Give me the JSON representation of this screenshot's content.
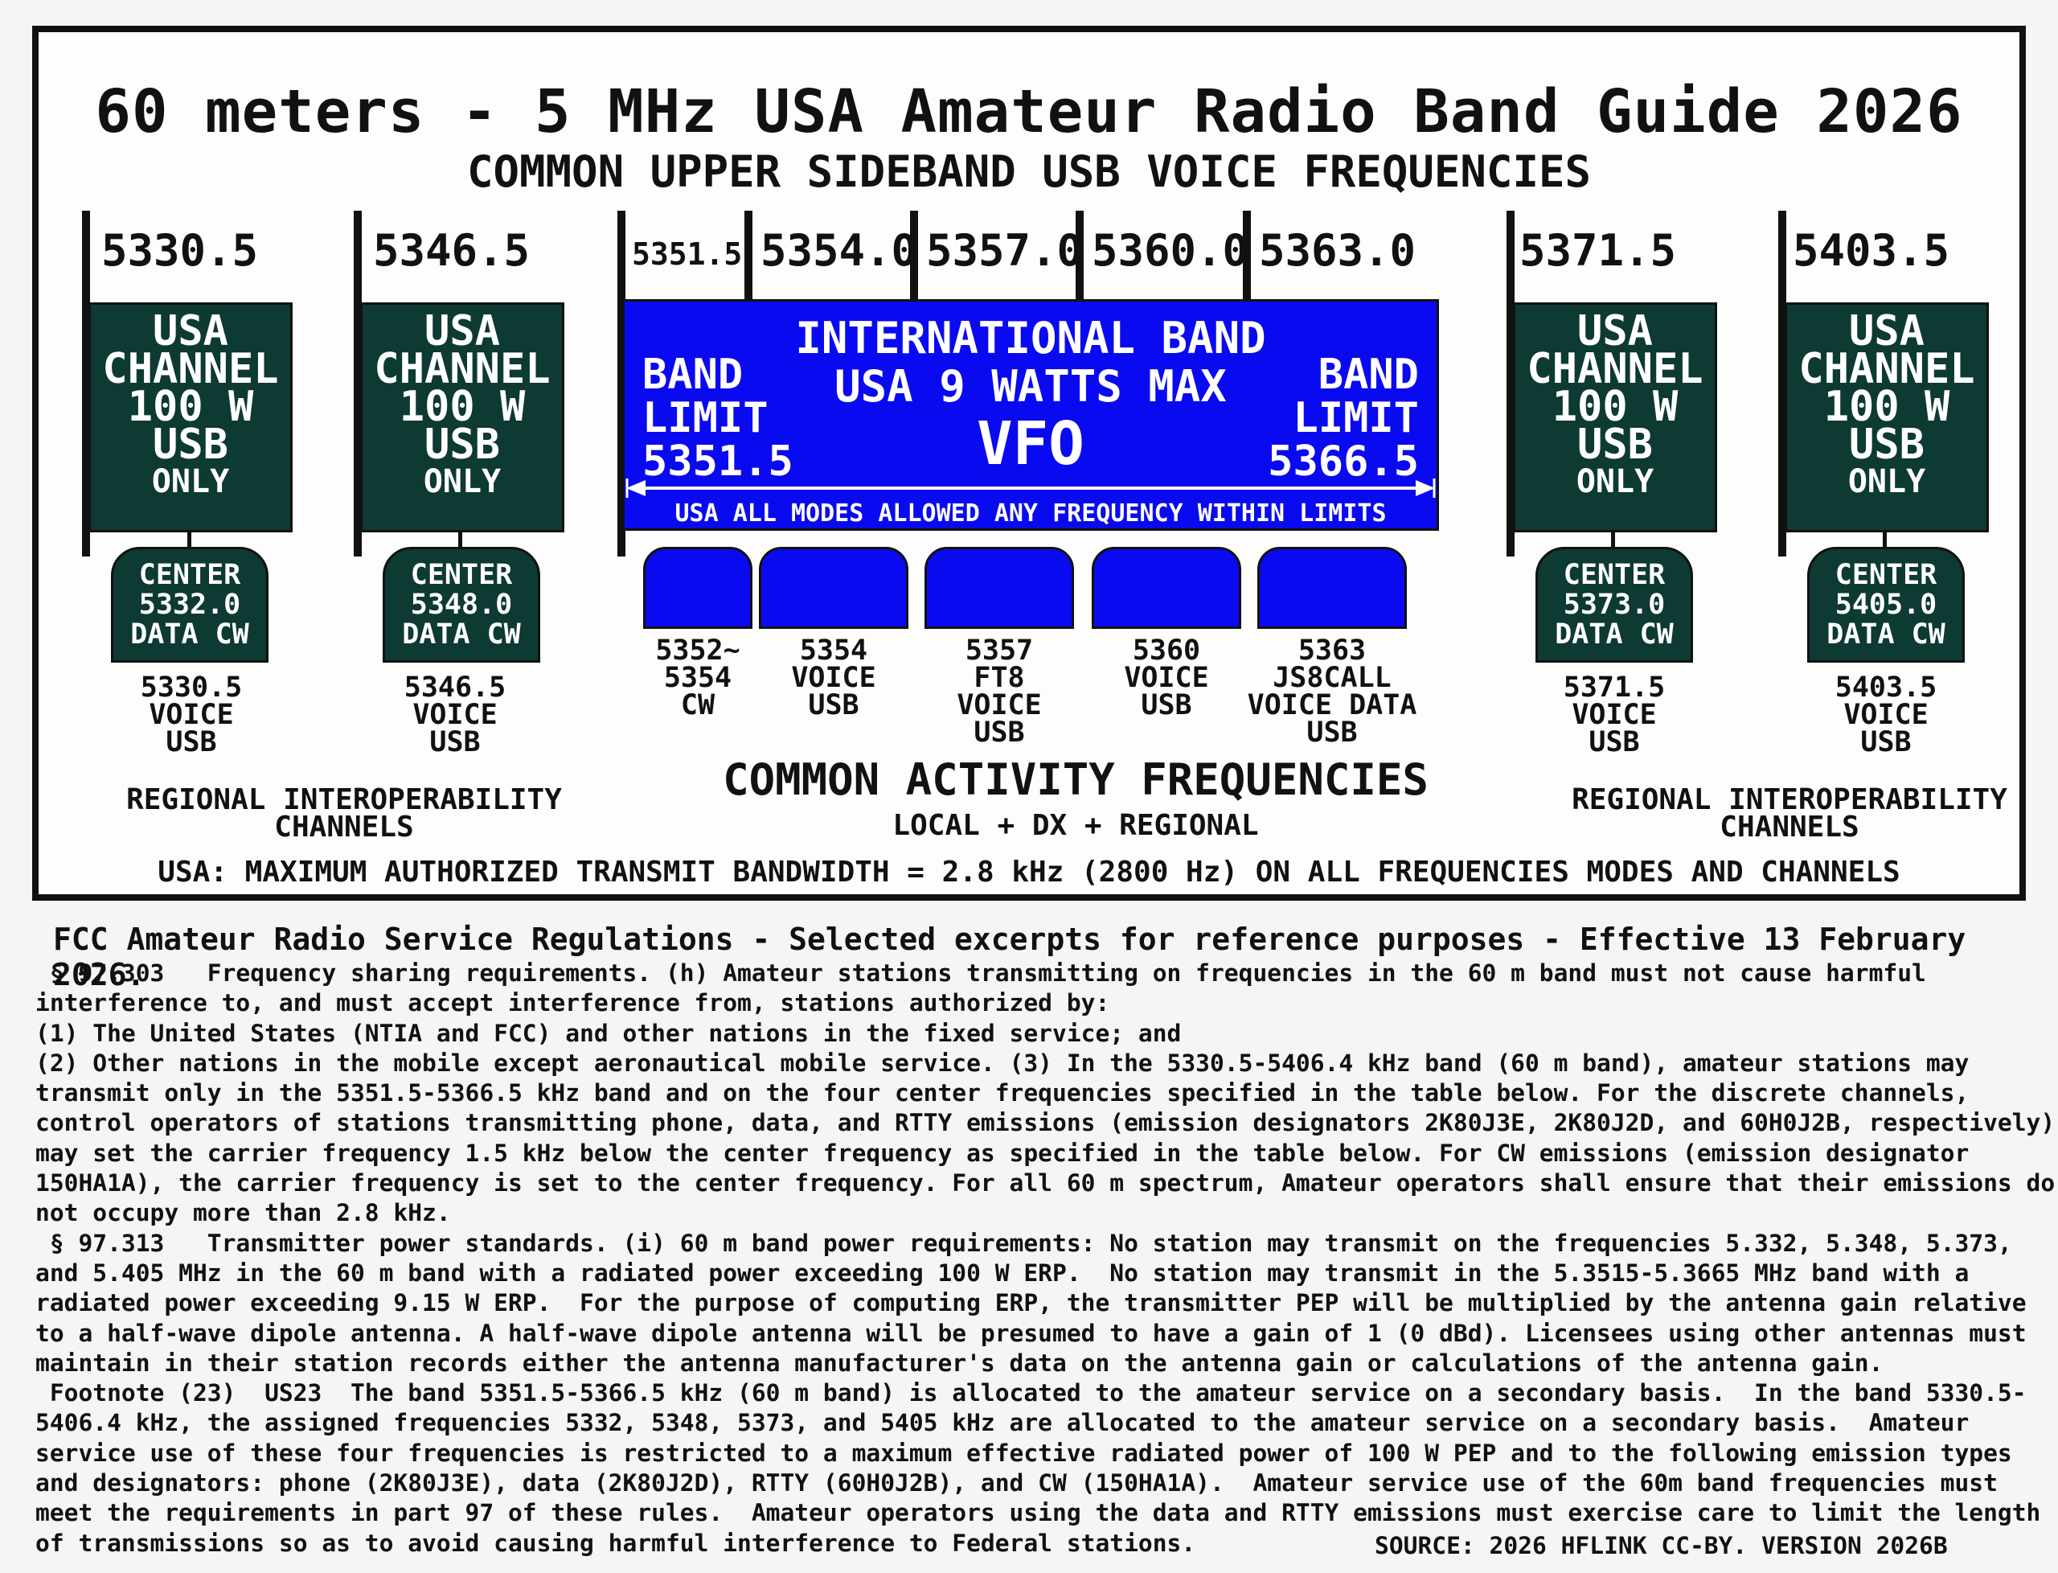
{
  "header": {
    "title": "60 meters - 5 MHz USA Amateur Radio Band Guide 2026",
    "subtitle": "COMMON UPPER SIDEBAND USB VOICE FREQUENCIES"
  },
  "channels": [
    {
      "freq": "5330.5",
      "line1": "USA",
      "line2": "CHANNEL",
      "line3": "100 W",
      "line4": "USB",
      "line5": "ONLY",
      "center_l1": "CENTER",
      "center_l2": "5332.0",
      "center_l3": "DATA CW",
      "cap1": "5330.5",
      "cap2": "VOICE",
      "cap3": "USB"
    },
    {
      "freq": "5346.5",
      "line1": "USA",
      "line2": "CHANNEL",
      "line3": "100 W",
      "line4": "USB",
      "line5": "ONLY",
      "center_l1": "CENTER",
      "center_l2": "5348.0",
      "center_l3": "DATA CW",
      "cap1": "5346.5",
      "cap2": "VOICE",
      "cap3": "USB"
    },
    {
      "freq": "5371.5",
      "line1": "USA",
      "line2": "CHANNEL",
      "line3": "100 W",
      "line4": "USB",
      "line5": "ONLY",
      "center_l1": "CENTER",
      "center_l2": "5373.0",
      "center_l3": "DATA CW",
      "cap1": "5371.5",
      "cap2": "VOICE",
      "cap3": "USB"
    },
    {
      "freq": "5403.5",
      "line1": "USA",
      "line2": "CHANNEL",
      "line3": "100 W",
      "line4": "USB",
      "line5": "ONLY",
      "center_l1": "CENTER",
      "center_l2": "5405.0",
      "center_l3": "DATA CW",
      "cap1": "5403.5",
      "cap2": "VOICE",
      "cap3": "USB"
    }
  ],
  "intl": {
    "freqs": [
      "5351.5",
      "5354.0",
      "5357.0",
      "5360.0",
      "5363.0"
    ],
    "title1": "INTERNATIONAL BAND",
    "title2": "USA 9 WATTS MAX",
    "vfo": "VFO",
    "left_l1": "BAND",
    "left_l2": "LIMIT",
    "left_l3": "5351.5",
    "right_l1": "BAND",
    "right_l2": "LIMIT",
    "right_l3": "5366.5",
    "modes": "USA ALL MODES ALLOWED ANY FREQUENCY WITHIN LIMITS"
  },
  "activity": [
    {
      "l1": "5352~",
      "l2": "5354",
      "l3": "CW",
      "l4": ""
    },
    {
      "l1": "5354",
      "l2": "VOICE",
      "l3": "USB",
      "l4": ""
    },
    {
      "l1": "5357",
      "l2": "FT8",
      "l3": "VOICE",
      "l4": "USB"
    },
    {
      "l1": "5360",
      "l2": "VOICE",
      "l3": "USB",
      "l4": ""
    },
    {
      "l1": "5363",
      "l2": "JS8CALL",
      "l3": "VOICE DATA",
      "l4": "USB"
    }
  ],
  "labels": {
    "regional_l1": "REGIONAL INTEROPERABILITY",
    "regional_l2": "CHANNELS",
    "activity_title": "COMMON ACTIVITY FREQUENCIES",
    "activity_sub": "LOCAL + DX + REGIONAL",
    "bandwidth": "USA: MAXIMUM AUTHORIZED TRANSMIT BANDWIDTH = 2.8 kHz (2800 Hz) ON ALL FREQUENCIES MODES AND CHANNELS"
  },
  "regs": {
    "title": "FCC Amateur Radio Service Regulations - Selected excerpts for reference purposes - Effective 13 February 2026.",
    "lines": [
      " § 97.303   Frequency sharing requirements. (h) Amateur stations transmitting on frequencies in the 60 m band must not cause harmful",
      "interference to, and must accept interference from, stations authorized by:",
      "(1) The United States (NTIA and FCC) and other nations in the fixed service; and",
      "(2) Other nations in the mobile except aeronautical mobile service. (3) In the 5330.5-5406.4 kHz band (60 m band), amateur stations may",
      "transmit only in the 5351.5-5366.5 kHz band and on the four center frequencies specified in the table below. For the discrete channels,",
      "control operators of stations transmitting phone, data, and RTTY emissions (emission designators 2K80J3E, 2K80J2D, and 60H0J2B, respectively)",
      "may set the carrier frequency 1.5 kHz below the center frequency as specified in the table below. For CW emissions (emission designator",
      "150HA1A), the carrier frequency is set to the center frequency. For all 60 m spectrum, Amateur operators shall ensure that their emissions do",
      "not occupy more than 2.8 kHz.",
      " § 97.313   Transmitter power standards. (i) 60 m band power requirements: No station may transmit on the frequencies 5.332, 5.348, 5.373,",
      "and 5.405 MHz in the 60 m band with a radiated power exceeding 100 W ERP.  No station may transmit in the 5.3515-5.3665 MHz band with a",
      "radiated power exceeding 9.15 W ERP.  For the purpose of computing ERP, the transmitter PEP will be multiplied by the antenna gain relative",
      "to a half-wave dipole antenna. A half-wave dipole antenna will be presumed to have a gain of 1 (0 dBd). Licensees using other antennas must",
      "maintain in their station records either the antenna manufacturer's data on the antenna gain or calculations of the antenna gain.",
      " Footnote (23)  US23  The band 5351.5-5366.5 kHz (60 m band) is allocated to the amateur service on a secondary basis.  In the band 5330.5-",
      "5406.4 kHz, the assigned frequencies 5332, 5348, 5373, and 5405 kHz are allocated to the amateur service on a secondary basis.  Amateur",
      "service use of these four frequencies is restricted to a maximum effective radiated power of 100 W PEP and to the following emission types",
      "and designators: phone (2K80J3E), data (2K80J2D), RTTY (60H0J2B), and CW (150HA1A).  Amateur service use of the 60m band frequencies must",
      "meet the requirements in part 97 of these rules.  Amateur operators using the data and RTTY emissions must exercise care to limit the length",
      "of transmissions so as to avoid causing harmful interference to Federal stations."
    ],
    "source": "SOURCE: 2026 HFLINK CC-BY. VERSION 2026B"
  }
}
